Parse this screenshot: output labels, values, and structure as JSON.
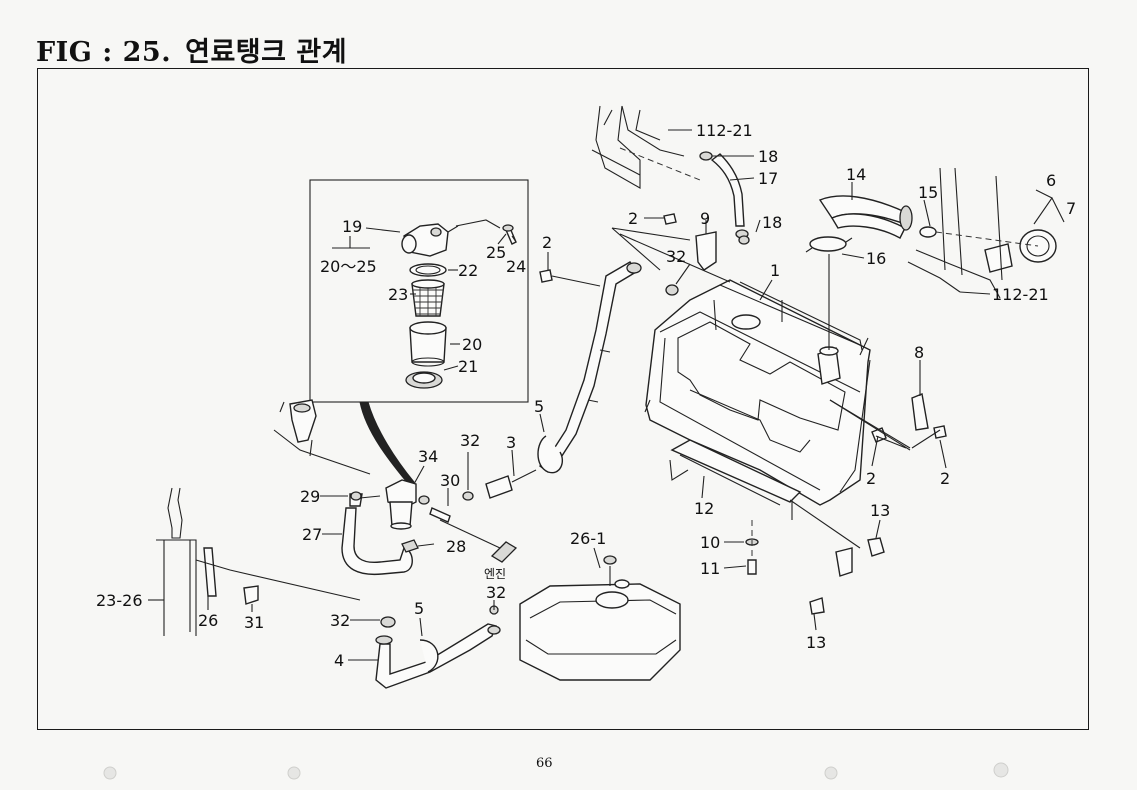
{
  "figure": {
    "title_prefix": "FIG : 25.",
    "title_korean": "연료탱크 관계",
    "page_number": "66"
  },
  "callouts": {
    "c112_21_top": "112-21",
    "c18_a": "18",
    "c17": "17",
    "c2_a": "2",
    "c9": "9",
    "c18_b": "18",
    "c14": "14",
    "c15": "15",
    "c6": "6",
    "c7": "7",
    "c16": "16",
    "c112_21_right": "112-21",
    "c2_b": "2",
    "c32_a": "32",
    "c1": "1",
    "c19": "19",
    "c20_25": "20～25",
    "c25": "25",
    "c24": "24",
    "c22": "22",
    "c23": "23",
    "c20": "20",
    "c21": "21",
    "c8": "8",
    "c5_a": "5",
    "c32_b": "32",
    "c3": "3",
    "c2_c": "2",
    "c2_d": "2",
    "c34": "34",
    "c30": "30",
    "c12": "12",
    "c13_a": "13",
    "c29": "29",
    "c27": "27",
    "c28": "28",
    "c26_1": "26-1",
    "c10": "10",
    "c11": "11",
    "c23_26": "23-26",
    "c26": "26",
    "c31": "31",
    "c32_c": "32",
    "c5_b": "5",
    "c32_d": "32",
    "c4": "4",
    "c13_b": "13",
    "engine_label": "엔진"
  }
}
